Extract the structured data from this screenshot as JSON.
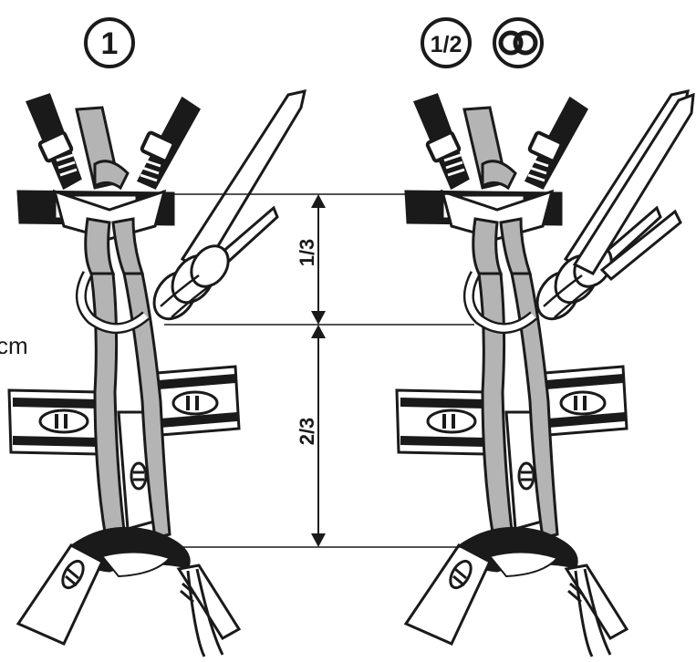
{
  "left_panel": {
    "badge": "1"
  },
  "right_panel": {
    "badge": "1/2",
    "rope_type_icon": "double-rope-rings-icon"
  },
  "measurement": {
    "upper_label": "1/3",
    "lower_label": "2/3",
    "side_unit": "cm"
  },
  "colors": {
    "ink": "#1a1a1a",
    "rope_grey": "#b4b4b4",
    "webbing_black": "#1a1a1a",
    "background": "#ffffff"
  }
}
